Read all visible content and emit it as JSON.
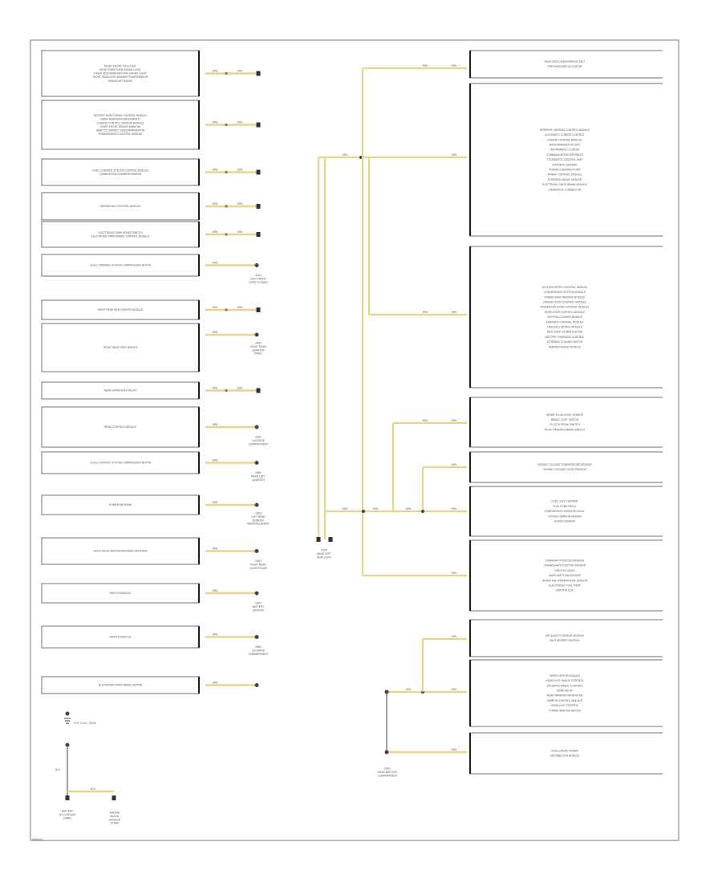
{
  "diagram": {
    "title": "Ground Distribution Wiring Diagram (1 of 2)",
    "figure_id": "W0000",
    "wire_color": "#e8d48a",
    "frame_color": "#6f6f6f",
    "left_components": [
      "RIGHT FRONT FOG LIGHT\nRIGHT PARK/TURN SIGNAL LIGHT\nRIGHT SIDE MARKER/TURN SIGNAL LIGHT\nRIGHT HEADLIGHT WASHER PUMP/SENSOR\nHEADLIGHT RANGE",
      "BATTERY MONITORING CONTROL MODULE\nCABIN TEMPERATURE/HUMIDITY\nCLIMATE CONTROL SENSOR MODULE\nRIGHT FRONT DRIVER WINDOW\nSEAT OCCUPANCY SENSOR/RESISTOR\nTRANSMISSION CONTROL MODULE",
      "LEVEL CONTROL SYSTEM CONTROL MODULE\nCOMBUSTION CHAMBER SENSOR",
      "PARKING AID CONTROL MODULE",
      "ELECTRONIC PARK BRAKE SWITCH\nELECTRONIC PARK BRAKE CONTROL MODULE",
      "LEVEL CONTROL SYSTEM COMPRESSOR MOTOR",
      "RIGHT REAR SEAT HEATER MODULE",
      "RIGHT REAR SEAT HEATER",
      "REAR DEFROSTER RELAY",
      "REAR CONTROL MODULE",
      "LEVEL CONTROL SYSTEM COMPRESSOR MOTOR",
      "POWER ANTENNA",
      "RIGHT REAR DEFROSTER/RADIO ANTENNA",
      "SWITCH MODULE",
      "SWITCH MODULE",
      "ELECTRONIC PARK BRAKE MOTOR"
    ],
    "right_components": [
      "REAR SEAT HEATER/RIGHT BELT\nPRETENSIONER ACTUATOR",
      "INTERIOR LIGHTING CONTROL MODULE\nAUTOMATIC CLIMATE CONTROL\nENGINE CONTROL MODULE\nRADIO/NAVIGATION UNIT\nINSTRUMENT CLUSTER\nCOMMUNICATION INTERFACE\nTELEMATICS CONTROL UNIT\nDATA BUS GATEWAY\nPOWER STEERING PUMP\nAIRBAG CONTROL MODULE\nSTEERING ANGLE SENSOR\nELECTRONIC PARK BRAKE MODULE\nDIAGNOSTIC CONNECTOR",
      "KEYLESS ENTRY CONTROL MODULE\nCONVENIENCE SYSTEM MODULE\nPOWER SEAT MEMORY MODULE\nDRIVER DOOR CONTROL MODULE\nPASSENGER DOOR CONTROL MODULE\nREAR DOOR CONTROL MODULE\nCENTRAL LOCKING MODULE\nSUNROOF CONTROL MODULE\nTRAILER CONTROL MODULE\nANTI-THEFT ALARM SYSTEM\nBATTERY CHARGING CONTROL\nSTEERING COLUMN SWITCH\nPARKING ASSIST MODULE",
      "BRAKE FLUID LEVEL SENSOR\nBRAKE LIGHT SWITCH\nCLUTCH PEDAL SWITCH\nRIGHT PARKING BRAKE SWITCH",
      "ENGINE COOLANT TEMPERATURE SENSOR\nENGINE COOLANT LEVEL SENSOR",
      "FUEL LEVEL SENDER\nFUEL PUMP RELAY\nEVAPORATIVE EMISSION VALVE\nOXYGEN SENSOR HEATER\nKNOCK SENSOR",
      "CAMSHAFT POSITION SENSOR\nCRANKSHAFT POSITION SENSOR\nTHROTTLE BODY\nMASS AIR FLOW SENSOR\nINTAKE AIR TEMPERATURE SENSOR\nELECTRONIC FUEL PUMP\nIGNITION COIL",
      "AIR QUALITY SENSOR MODULE\nSEAT HEATER CONTROL",
      "WIPER MOTOR MODULE\nHEADLIGHT RANGE CONTROL\nSTEERING WHEEL CONTROL\nHORN RELAY\nREAR WINDOW DEFROSTER\nMIRROR CONTROL MODULE\nHEADLIGHT CONTROL\nPOWER WINDOW MOTOR",
      "INTELLIGENT POWER\nDISTRIBUTION MODULE"
    ],
    "left_ground_labels": [
      "G101\nLEFT FRONT\nSTRUT TOWER",
      "G402\nRIGHT REAR\nQUARTER\nPANEL",
      "G501\nLUGGAGE\nCOMPARTMENT",
      "G502\nREAR LEFT\nQUARTER",
      "G503\nLEFT REAR\nBUMPER\nREINFORCEMENT",
      "G504\nRIGHT REAR\nDOOR PILLAR",
      "G601\nBATTERY\nGROUND",
      "G602\nLUGGAGE\nCOMPARTMENT"
    ],
    "center_ground": "G105\nNEAR LEFT\nHEADLIGHT",
    "bottom_ground": "G601\nNEAR BATTERY\nCOMPARTMENT",
    "battery_label": "BATTERY\n(IN LUGGAGE\nCOMP.)",
    "engine_label": "ENGINE\nBLOCK\nGROUND\nSTRAP",
    "hot_at_all_times": "HOT AT ALL TIMES",
    "wire_codes": {
      "brn": "BRN",
      "brn_wht": "BRN/WHT",
      "blk": "BLK"
    }
  }
}
